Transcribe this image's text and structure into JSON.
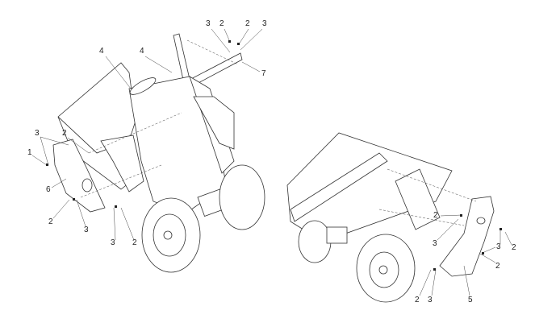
{
  "diagram": {
    "left_view": {
      "callouts": [
        "3",
        "2",
        "2",
        "3",
        "4",
        "4",
        "7",
        "3",
        "2",
        "1",
        "6",
        "2",
        "3",
        "3",
        "2"
      ]
    },
    "right_view": {
      "callouts": [
        "2",
        "3",
        "3",
        "2",
        "2",
        "2",
        "3",
        "5"
      ]
    }
  }
}
